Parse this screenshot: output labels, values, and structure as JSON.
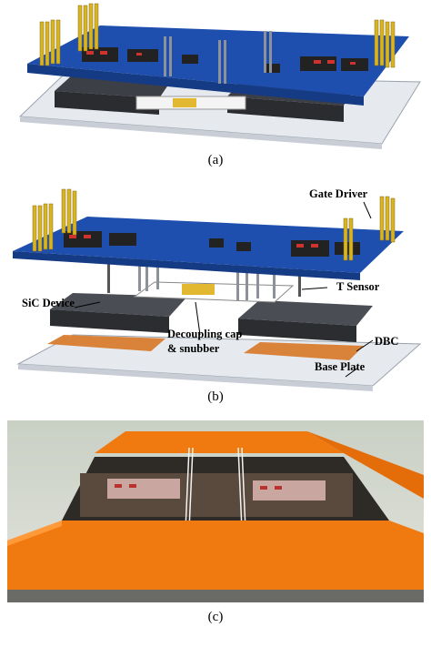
{
  "panels": [
    {
      "caption": "(a)"
    },
    {
      "caption": "(b)",
      "labels": {
        "gate_driver": "Gate Driver",
        "sic_device": "SiC Device",
        "t_sensor": "T Sensor",
        "decoupling_cap": "Decoupling cap",
        "snubber": "& snubber",
        "dbc": "DBC",
        "base_plate": "Base Plate"
      }
    },
    {
      "caption": "(c)"
    }
  ],
  "colors": {
    "pcb": "#1e4fae",
    "pcb_dark": "#153b85",
    "pin_gold": "#d6b428",
    "module": "#3c3f45",
    "dbc_copper": "#d9823a",
    "base_plate": "#e6e9ee",
    "enclosure_orange": "#f07a10"
  }
}
